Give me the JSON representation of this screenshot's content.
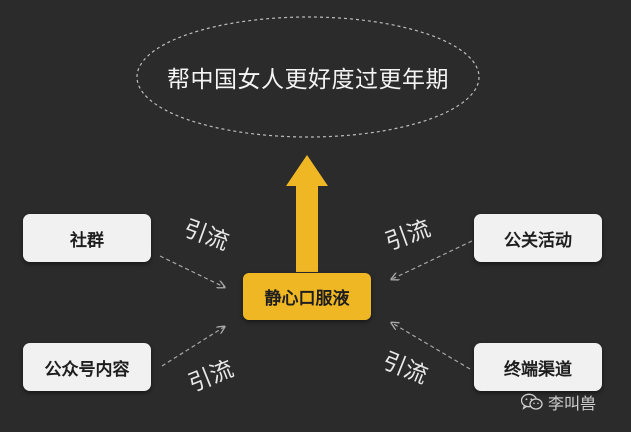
{
  "goal": {
    "text": "帮中国女人更好度过更年期"
  },
  "center": {
    "label": "静心口服液"
  },
  "sources": {
    "community": "社群",
    "pr_events": "公关活动",
    "official_account_content": "公众号内容",
    "terminal_channels": "终端渠道"
  },
  "flow_label": "引流",
  "colors": {
    "background": "#2b2b2b",
    "accent": "#f0b724",
    "box": "#f1f1f1",
    "text_light": "#f4f4f4"
  },
  "watermark": {
    "text": "李叫兽",
    "icon": "wechat-icon"
  }
}
